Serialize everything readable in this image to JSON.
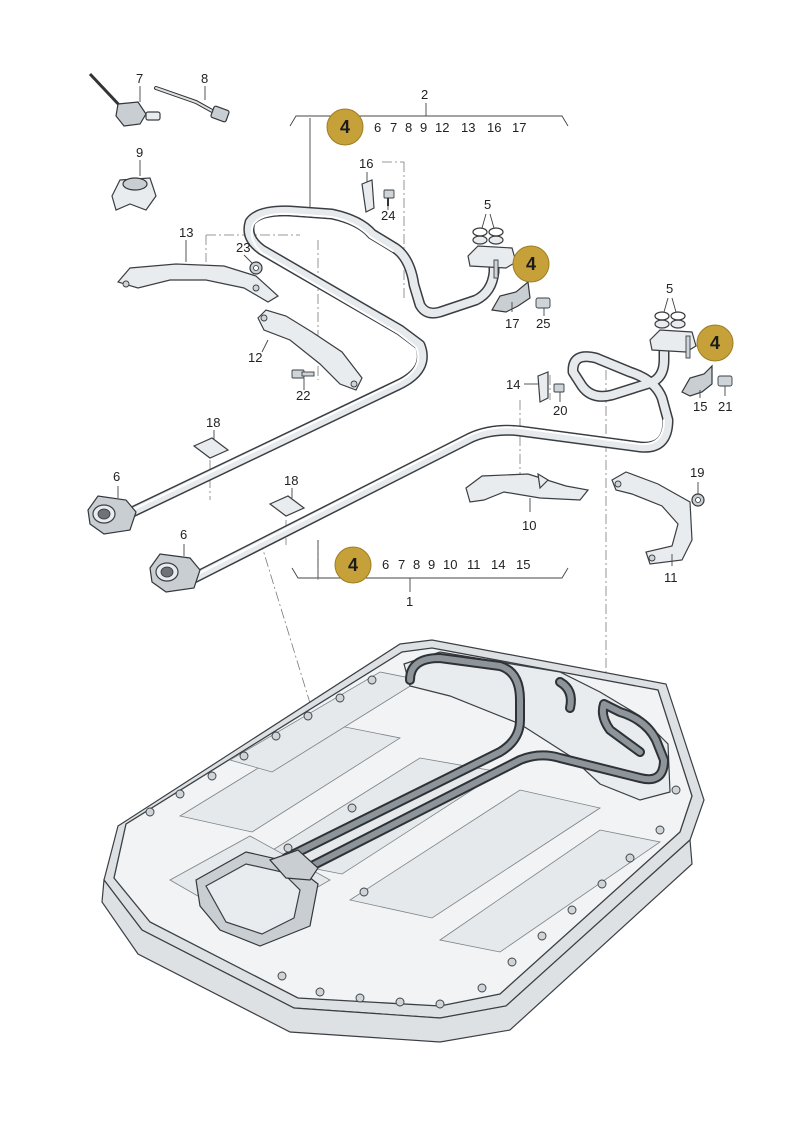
{
  "diagram": {
    "group_labels": {
      "upper": "2",
      "lower": "1"
    },
    "badges": {
      "upper_group": "4",
      "connector_left": "4",
      "connector_right": "4",
      "lower_group": "4"
    },
    "group_part_lists": {
      "upper": [
        "6",
        "7",
        "8",
        "9",
        "12",
        "13",
        "16",
        "17"
      ],
      "lower": [
        "6",
        "7",
        "8",
        "9",
        "10",
        "11",
        "14",
        "15"
      ]
    },
    "callouts": {
      "c7": "7",
      "c8": "8",
      "c9": "9",
      "c13": "13",
      "c23": "23",
      "c12": "12",
      "c22": "22",
      "c16": "16",
      "c24": "24",
      "c5a": "5",
      "c17": "17",
      "c25": "25",
      "c5b": "5",
      "c14": "14",
      "c20": "20",
      "c15": "15",
      "c21": "21",
      "c18a": "18",
      "c18b": "18",
      "c6a": "6",
      "c6b": "6",
      "c10": "10",
      "c19": "19",
      "c11": "11"
    },
    "colors": {
      "badge_fill": "#c6a13a",
      "line": "#3b3f43",
      "part_fill": "#e9ecee"
    }
  }
}
